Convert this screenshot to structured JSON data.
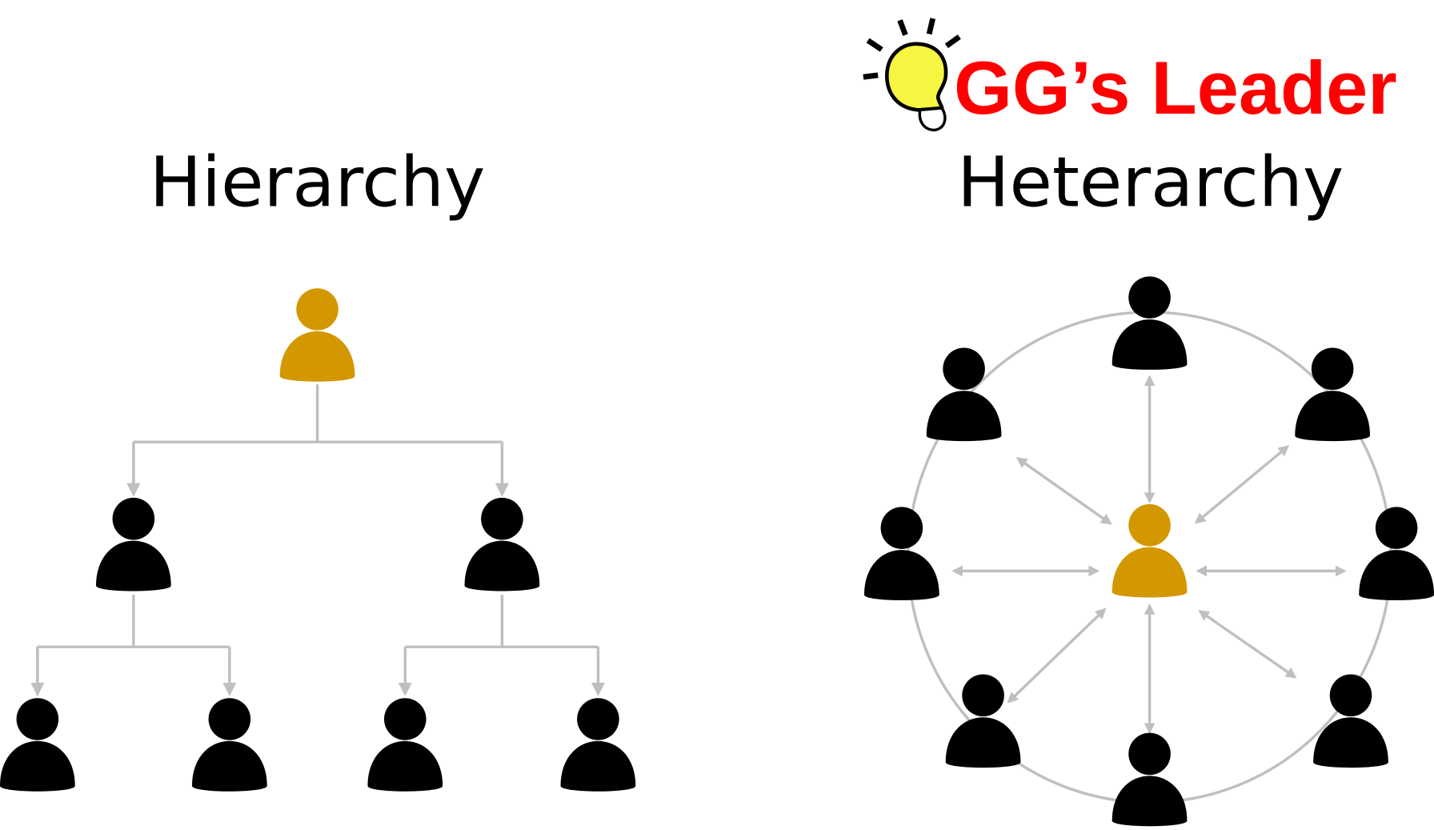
{
  "logo": {
    "text": "GG’s Leader",
    "color": "#FF0000"
  },
  "hierarchy": {
    "title": "Hierarchy"
  },
  "heterarchy": {
    "title": "Heterarchy"
  },
  "colors": {
    "leader": "#D39700",
    "member": "#000000",
    "connector": "#BFBFBF",
    "bulb": "#F5F542"
  }
}
